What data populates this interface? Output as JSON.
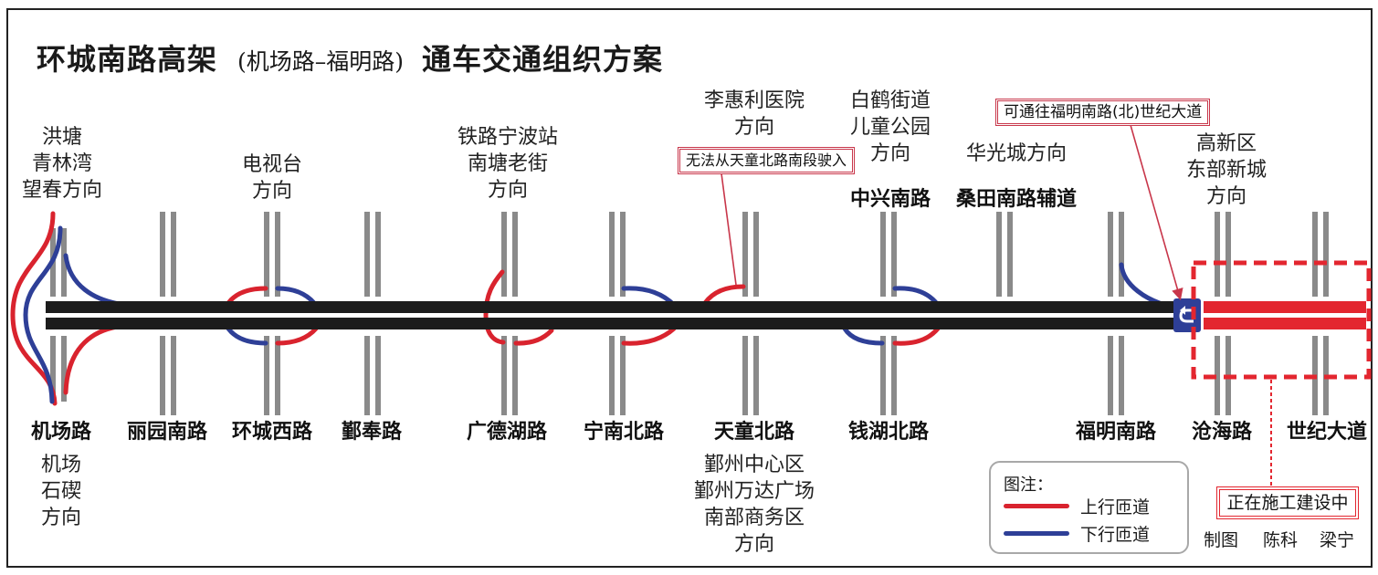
{
  "title": {
    "main": "环城南路高架",
    "sub": "(机场路–福明路)",
    "tail": "通车交通组织方案"
  },
  "roads": {
    "jichang": "机场路",
    "liyuan": "丽园南路",
    "huanchengxi": "环城西路",
    "yinfeng": "鄞奉路",
    "guangdehu": "广德湖路",
    "ningnanbei": "宁南北路",
    "tiantongbei": "天童北路",
    "qianhubei": "钱湖北路",
    "fumingnan": "福明南路",
    "canghai": "沧海路",
    "shiji": "世纪大道",
    "zhongxingnan": "中兴南路",
    "sangtian": "桑田南路辅道"
  },
  "directions": {
    "hongtang": "洪塘\n青林湾\n望春方向",
    "dianshitai": "电视台\n方向",
    "tielu": "铁路宁波站\n南塘老街\n方向",
    "lihuili": "李惠利医院\n方向",
    "baihe": "白鹤街道\n儿童公园\n方向",
    "huaguang": "华光城方向",
    "gaoxin": "高新区\n东部新城\n方向",
    "jichang": "机场\n石碶\n方向",
    "yinzhou": "鄞州中心区\n鄞州万达广场\n南部商务区\n方向"
  },
  "callouts": {
    "tiantong_notice": "无法从天童北路南段驶入",
    "fuming_notice": "可通往福明南路(北)世纪大道",
    "construction": "正在施工建设中"
  },
  "legend": {
    "title": "图注：",
    "up_ramp": "上行匝道",
    "down_ramp": "下行匝道"
  },
  "credits": [
    "制图",
    "陈科",
    "梁宁"
  ],
  "colors": {
    "up_ramp": "#d9232e",
    "down_ramp": "#2e3f97",
    "road": "#1c1c1c",
    "cross_road": "#8a8a8a",
    "construction": "#e3262f",
    "callout": "#c8364a"
  }
}
